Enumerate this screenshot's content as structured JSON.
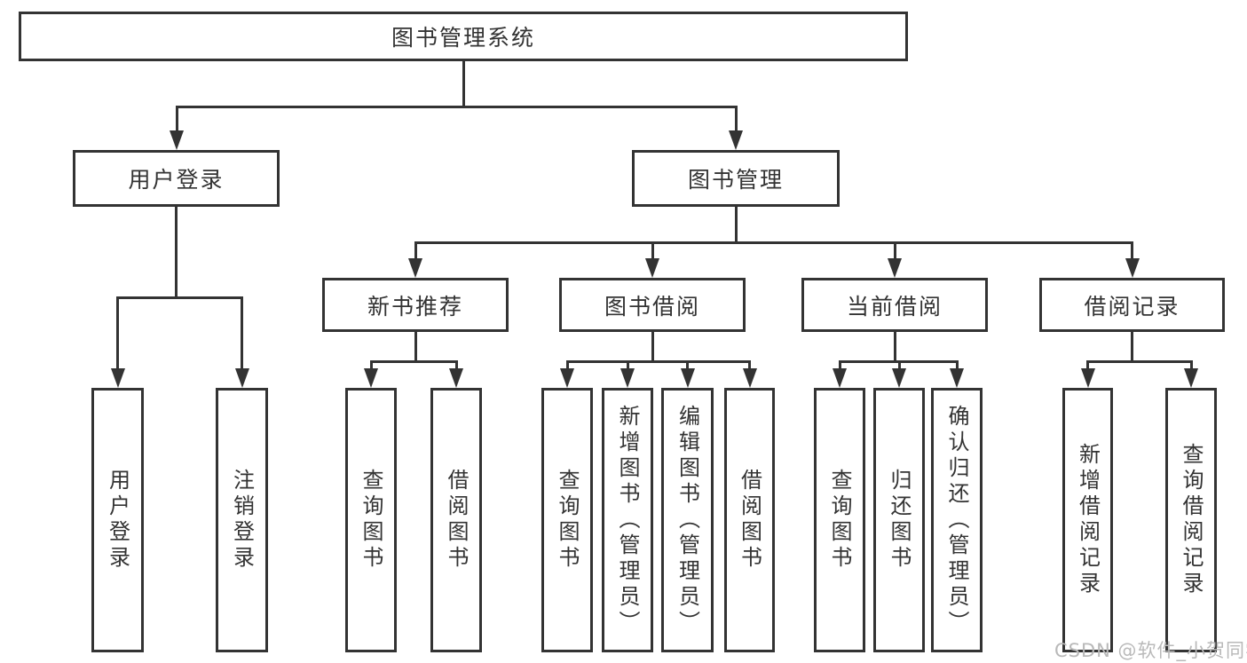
{
  "diagram": {
    "root": {
      "label": "图书管理系统"
    },
    "level2": [
      {
        "label": "用户登录"
      },
      {
        "label": "图书管理"
      }
    ],
    "level3": [
      {
        "label": "新书推荐"
      },
      {
        "label": "图书借阅"
      },
      {
        "label": "当前借阅"
      },
      {
        "label": "借阅记录"
      }
    ],
    "leaves": {
      "user_login": [
        "用户登录",
        "注销登录"
      ],
      "new_books": [
        "查询图书",
        "借阅图书"
      ],
      "book_borrow": [
        "查询图书",
        "新增图书（管理员）",
        "编辑图书（管理员）",
        "借阅图书"
      ],
      "current_borrow": [
        "查询图书",
        "归还图书",
        "确认归还（管理员）"
      ],
      "borrow_records": [
        "新增借阅记录",
        "查询借阅记录"
      ]
    }
  },
  "watermark": "CSDN @软件_小贺同学",
  "colors": {
    "line": "#333333",
    "text": "#333333",
    "box_background": "#ffffff",
    "watermark": "#b9b9b9",
    "background": "#ffffff"
  }
}
